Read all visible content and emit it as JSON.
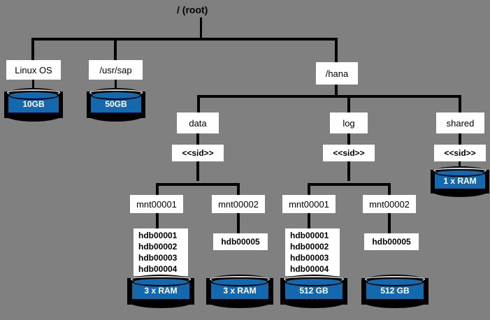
{
  "diagram": {
    "title": "SAP HANA filesystem layout tree",
    "background_color": "#808080",
    "node_fill": "#ffffff",
    "line_color": "#000000",
    "disk_color": "#1368ae",
    "disk_shell_color": "#000000"
  },
  "root": {
    "label": "/ (root)"
  },
  "level1": [
    {
      "label": "Linux OS"
    },
    {
      "label": "/usr/sap"
    },
    {
      "label": "/hana"
    }
  ],
  "level1_disks": [
    {
      "label": "10GB"
    },
    {
      "label": "50GB"
    }
  ],
  "hana_children": [
    {
      "label": "data"
    },
    {
      "label": "log"
    },
    {
      "label": "shared"
    }
  ],
  "sid_nodes": [
    {
      "label": "<<sid>>"
    },
    {
      "label": "<<sid>>"
    },
    {
      "label": "<<sid>>"
    }
  ],
  "shared_disk": {
    "label": "1 x RAM"
  },
  "mnt_nodes": [
    {
      "label": "mnt00001"
    },
    {
      "label": "mnt00002"
    },
    {
      "label": "mnt00001"
    },
    {
      "label": "mnt00002"
    }
  ],
  "hdb_groups": [
    {
      "label": "hdb00001\nhdb00002\nhdb00003\nhdb00004"
    },
    {
      "label": "hdb00005"
    },
    {
      "label": "hdb00001\nhdb00002\nhdb00003\nhdb00004"
    },
    {
      "label": "hdb00005"
    }
  ],
  "bottom_disks": [
    {
      "label": "3 x RAM"
    },
    {
      "label": "3 x RAM"
    },
    {
      "label": "512 GB"
    },
    {
      "label": "512 GB"
    }
  ]
}
